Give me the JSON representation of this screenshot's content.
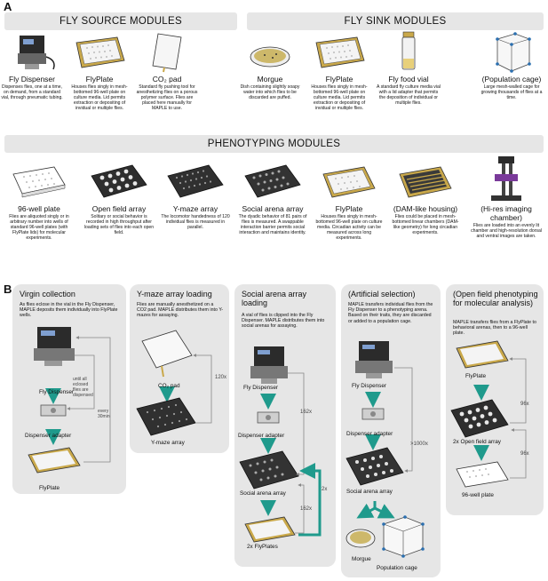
{
  "panel_a_letter": "A",
  "panel_b_letter": "B",
  "banners": {
    "source": "FLY SOURCE MODULES",
    "sink": "FLY SINK MODULES",
    "phenotyping": "PHENOTYPING MODULES"
  },
  "source_modules": [
    {
      "title": "Fly Dispenser",
      "desc": "Dispenses flies, one at a time, on demand, from a standard vial, through pneumatic tubing."
    },
    {
      "title": "FlyPlate",
      "desc": "Houses flies singly in mesh-bottomed 96-well plate on culture media. Lid permits extraction or depositing of invidual or multiple flies."
    },
    {
      "title": "CO₂ pad",
      "desc": "Standard fly pushing tool for anesthetizing flies on a porous polymer surface. Flies are placed here manually for MAPLE to use."
    }
  ],
  "sink_modules": [
    {
      "title": "Morgue",
      "desc": "Dish containing slightly soapy water into which flies to be discarded are puffed."
    },
    {
      "title": "FlyPlate",
      "desc": "Houses flies singly in mesh-bottomed 96-well plate on culture media. Lid permits extraction or depositing of invidual or multiple flies."
    },
    {
      "title": "Fly food vial",
      "desc": "A standard fly culture media vial with a lid adapter that permits the deposition of individual or multiple flies."
    },
    {
      "title": "(Population cage)",
      "desc": "Large mesh-walled cage for growing thousands of flies at a time."
    }
  ],
  "phenotyping_modules": [
    {
      "title": "96-well plate",
      "desc": "Flies are aliquoted singly or in arbitrary number into wells of standard 96-well plates (with FlyPlate lids) for molecular experiments."
    },
    {
      "title": "Open field array",
      "desc": "Solitary or social behavior is recorded in high throughput after loading sets of flies into each open field."
    },
    {
      "title": "Y-maze array",
      "desc": "The locomotor handedness of 120 individual flies is measured in parallel."
    },
    {
      "title": "Social arena array",
      "desc": "The dyadic behavior of 81 pairs of flies is measured. A swappable interaction barrier permits social interaction and maintains identity."
    },
    {
      "title": "FlyPlate",
      "desc": "Houses flies singly in mesh-bottomed 96-well plate on culture media. Circadian activity can be measured across long experiments."
    },
    {
      "title": "(DAM-like housing)",
      "desc": "Flies could be placed in mesh-bottomed linear chambers (DAM-like geometry) for long circadian experiments."
    },
    {
      "title": "(Hi-res imaging chamber)",
      "desc": "Flies are loaded into an evenly lit chamber and high-resolution dorsal and ventral images are taken."
    }
  ],
  "workflows": {
    "virgin": {
      "title": "Virgin collection",
      "desc": "As flies eclose in the vial in the Fly Dispenser, MAPLE deposits them individually into FlyPlate wells.",
      "labels": {
        "dispenser": "Fly Dispenser",
        "adapter": "Dispenser adapter",
        "plate": "FlyPlate"
      },
      "loop_text": "until all eclosed flies are dispensed",
      "every_text": "every 30min"
    },
    "ymaze": {
      "title": "Y-maze array loading",
      "desc": "Flies are manually anesthetized on a CO2 pad. MAPLE distributes them into Y-mazes for assaying.",
      "labels": {
        "pad": "CO₂ pad",
        "array": "Y-maze array"
      },
      "count": "120x"
    },
    "social": {
      "title": "Social arena array loading",
      "desc": "A vial of flies is clipped into the Fly Dispenser. MAPLE distributes them into social arenas for assaying.",
      "labels": {
        "dispenser": "Fly Dispenser",
        "adapter": "Dispenser adapter",
        "array": "Social arena array",
        "plates": "2x FlyPlates"
      },
      "count1": "162x",
      "count2": "162x",
      "count3": "2x"
    },
    "artificial": {
      "title": "(Artificial selection)",
      "desc": "MAPLE transfers individual flies from the Fly Dispenser to a phenotyping arena. Based on their traits, they are discarded or added to a population cage.",
      "labels": {
        "dispenser": "Fly Dispenser",
        "adapter": "Dispenser adapter",
        "array": "Social arena array",
        "morgue": "Morgue",
        "cage": "Population cage"
      },
      "count": ">1000x"
    },
    "openfield": {
      "title": "(Open field phenotyping for molecular analysis)",
      "desc": "MAPLE transfers flies from a FlyPlate to behavioral arenas, then to a 96-well plate.",
      "labels": {
        "plate": "FlyPlate",
        "array": "2x Open field array",
        "well": "96-well plate"
      },
      "count1": "96x",
      "count2": "96x"
    }
  },
  "colors": {
    "arrow": "#1f9a8c",
    "panel": "#e6e6e6",
    "gold": "#c9a84a"
  }
}
